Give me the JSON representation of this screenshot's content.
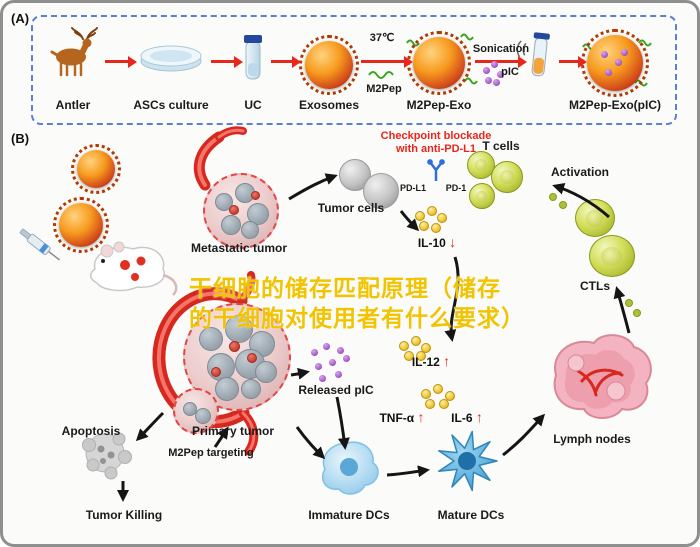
{
  "watermark": {
    "line1": "干细胞的储存匹配原理（储存",
    "line2": "的干细胞对使用者有什么要求）"
  },
  "panelA": {
    "label": "(A)",
    "steps": [
      {
        "label": "Antler"
      },
      {
        "label": "ASCs culture"
      },
      {
        "label": "UC"
      },
      {
        "label": "Exosomes"
      },
      {
        "label": "M2Pep-Exo"
      },
      {
        "label": "M2Pep-Exo(pIC)"
      }
    ],
    "temp": "37℃",
    "m2pep": "M2Pep",
    "sonication": "Sonication",
    "pic": "pIC"
  },
  "panelB": {
    "label": "(B)",
    "checkpoint_line1": "Checkpoint blockade",
    "checkpoint_line2": "with anti-PD-L1",
    "pdl1": "PD-L1",
    "pd1": "PD-1",
    "t_cells": "T cells",
    "activation": "Activation",
    "ctls": "CTLs",
    "tumor_cells": "Tumor cells",
    "metastatic_tumor": "Metastatic tumor",
    "primary_tumor": "Primary tumor",
    "m2pep_targeting": "M2Pep targeting",
    "apoptosis": "Apoptosis",
    "tumor_killing": "Tumor Killing",
    "released_pic": "Released pIC",
    "immature_dcs": "Immature DCs",
    "mature_dcs": "Mature DCs",
    "lymph_nodes": "Lymph nodes",
    "cytokines": [
      {
        "name": "IL-10",
        "dir": "↓"
      },
      {
        "name": "IL-12",
        "dir": "↑"
      },
      {
        "name": "TNF-α",
        "dir": "↑"
      },
      {
        "name": "IL-6",
        "dir": "↑"
      }
    ]
  },
  "icons": {
    "up_arrow": "↑",
    "down_arrow": "↓"
  },
  "colors": {
    "accent_red": "#e8261c",
    "dashed_blue": "#5b7fd4",
    "watermark_yellow": "#f2c300",
    "exosome_orange": "#f79b1f",
    "pic_purple": "#9a4cc0"
  }
}
